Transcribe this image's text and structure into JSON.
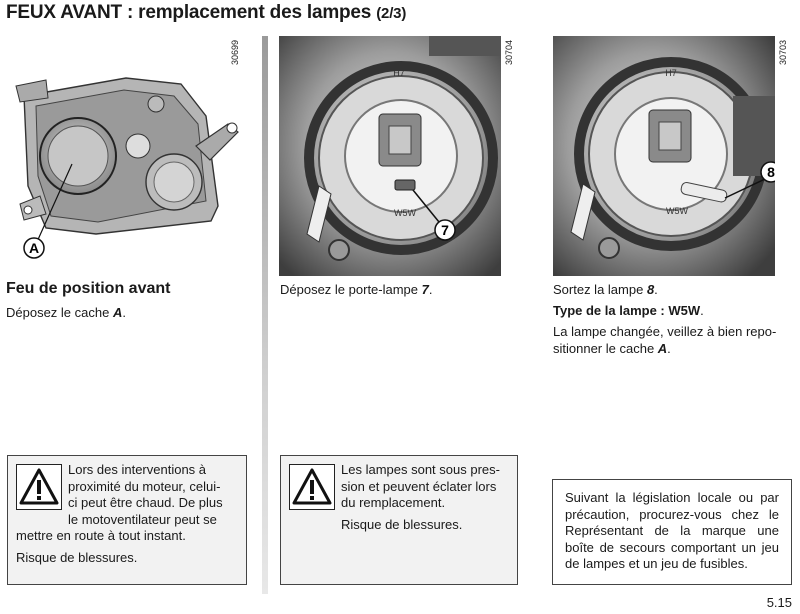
{
  "header": {
    "title": "FEUX AVANT : remplacement des lampes",
    "subtitle": "(2/3)"
  },
  "figures": {
    "fig1": {
      "ref": "30699",
      "callout": "A"
    },
    "fig2": {
      "ref": "30704",
      "callout": "7",
      "label_top": "H7",
      "label_bottom": "W5W"
    },
    "fig3": {
      "ref": "30703",
      "callout": "8",
      "label_top": "H7",
      "label_bottom": "W5W"
    }
  },
  "col1": {
    "heading": "Feu de position avant",
    "text_pre": "Déposez le cache ",
    "text_ref": "A",
    "text_post": "."
  },
  "col2": {
    "text_pre": "Déposez le porte-lampe ",
    "text_ref": "7",
    "text_post": "."
  },
  "col3": {
    "line1_pre": "Sortez la lampe ",
    "line1_ref": "8",
    "line1_post": ".",
    "type_label": "Type de la lampe : W5W",
    "type_post": ".",
    "line3a": "La lampe changée, veillez à bien repo-",
    "line3b_pre": "sitionner le cache ",
    "line3b_ref": "A",
    "line3b_post": "."
  },
  "warning1": {
    "lines": [
      "Lors des interventions à",
      "proximité du moteur, celui-",
      "ci peut être chaud. De plus",
      "le motoventilateur peut se",
      "mettre en route à tout instant."
    ],
    "risk": "Risque de blessures."
  },
  "warning2": {
    "lines": [
      "Les lampes sont sous pres-",
      "sion et peuvent éclater lors",
      "du remplacement."
    ],
    "risk": "Risque de blessures."
  },
  "note": {
    "text": "Suivant la législation locale ou par précaution, procurez-vous chez le Représentant de la marque une boîte de secours comportant un jeu de lampes et un jeu de fusibles."
  },
  "footer": {
    "page_number": "5.15"
  }
}
